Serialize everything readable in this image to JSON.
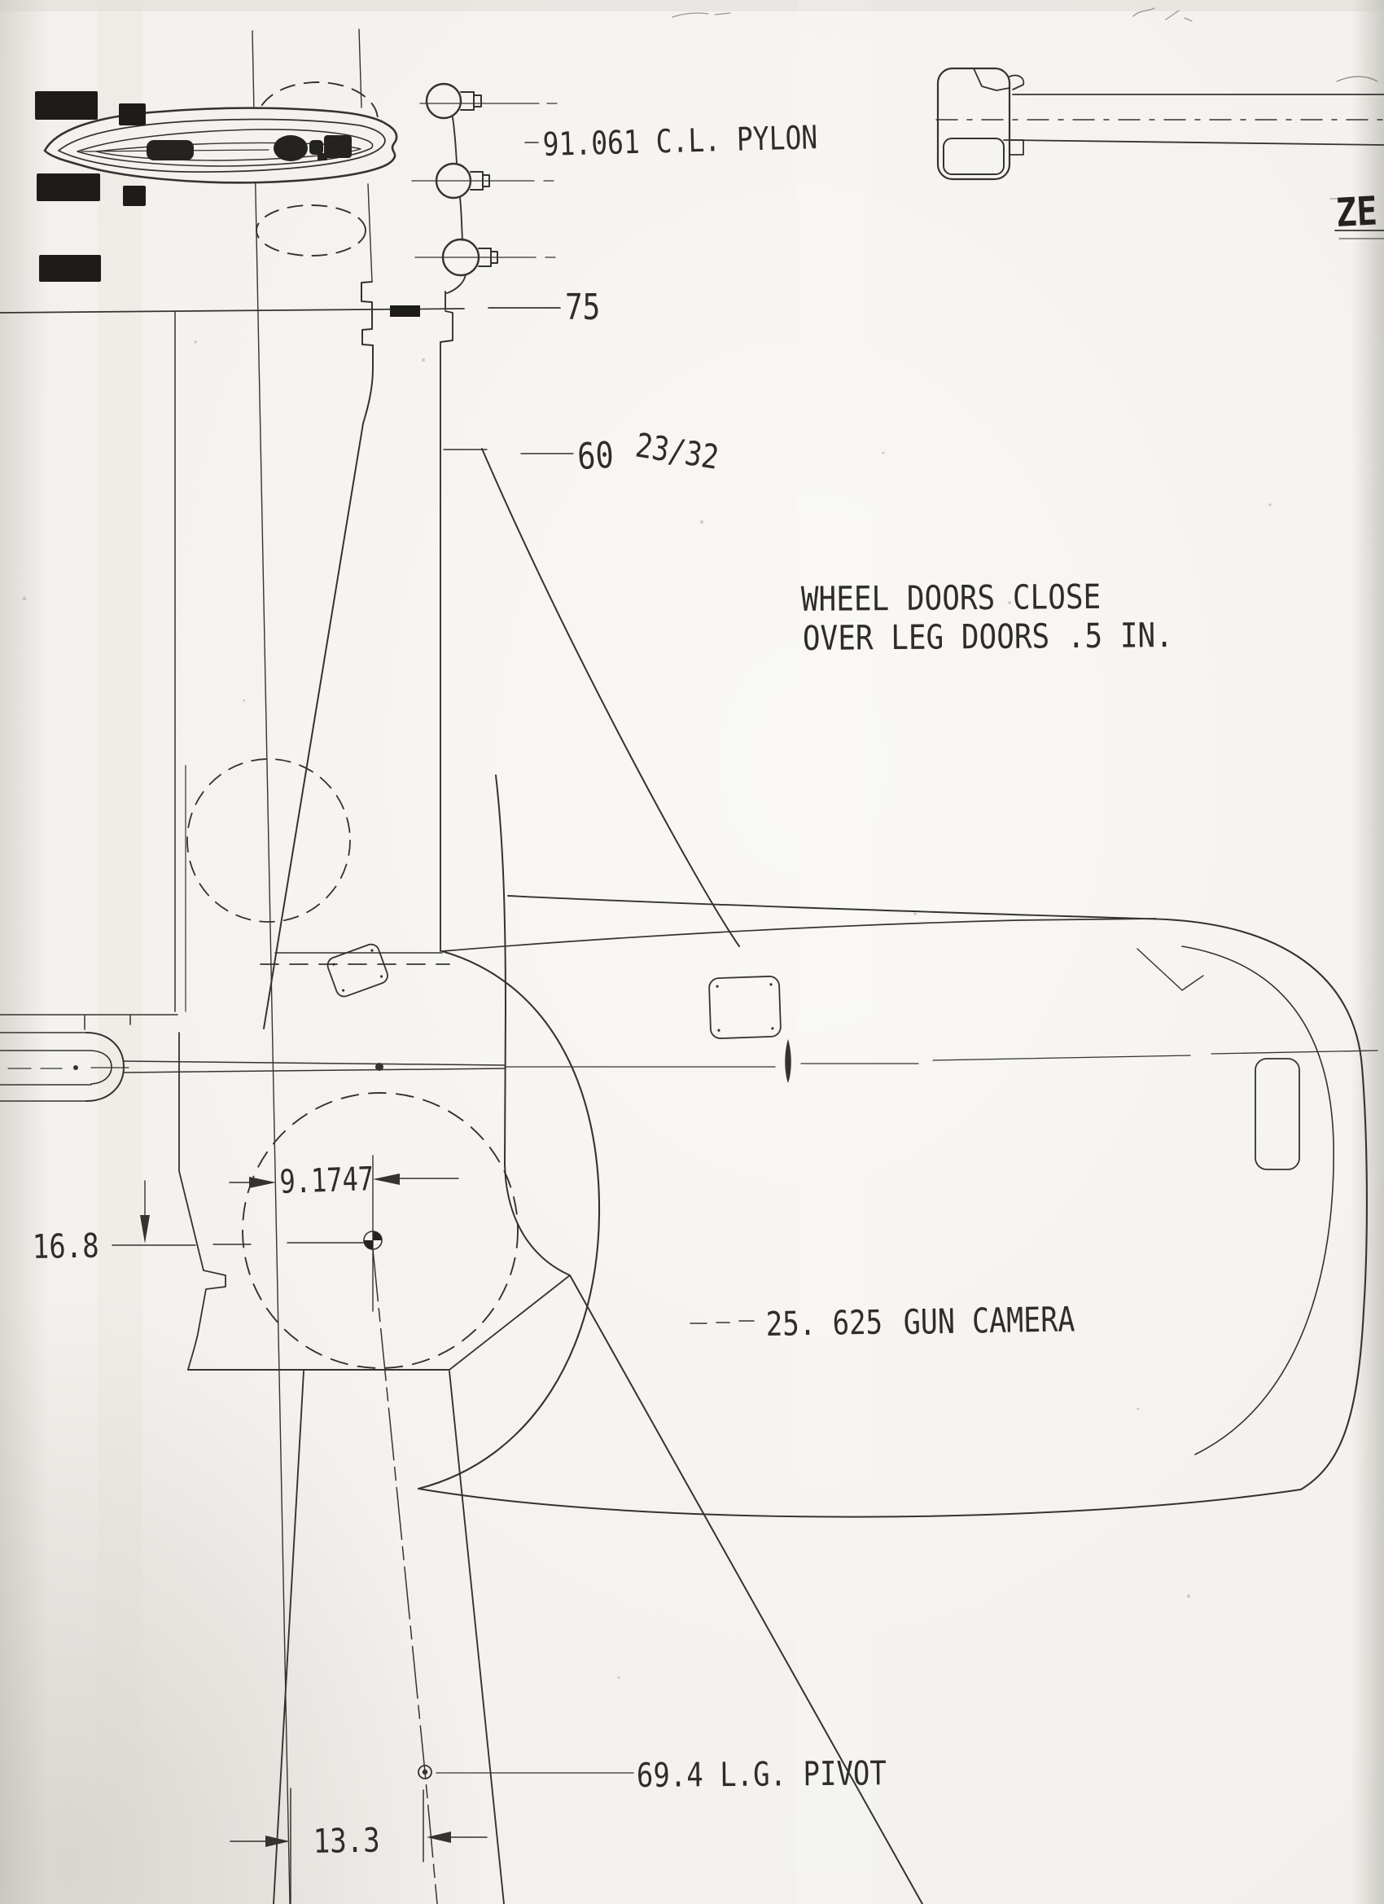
{
  "colors": {
    "paper": "#f2f0ec",
    "ink": "#35332f",
    "stamp_black": "#1d1c1a"
  },
  "annotations": {
    "pylon_station": "91.061 C.L. PYLON",
    "station_75": "75",
    "station_60": "60",
    "station_60_fraction": "23/32",
    "wheel_doors_note": {
      "line1": "WHEEL DOORS CLOSE",
      "line2": "OVER LEG DOORS .5 IN."
    },
    "gear_offset_dim": "9.1747",
    "waterline_dim": "16.8",
    "gun_camera_station": "25. 625",
    "gun_camera_label": "GUN  CAMERA",
    "lg_pivot_label": "69.4  L.G.  PIVOT",
    "track_dim": "13.3",
    "edge_stamp": "ZE"
  }
}
